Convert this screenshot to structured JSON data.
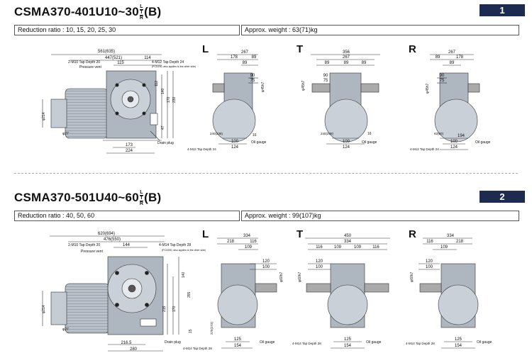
{
  "section1": {
    "model_main": "CSMA370-401U10~30",
    "model_sub": [
      "L",
      "T",
      "R"
    ],
    "model_suffix": "(B)",
    "badge": "1",
    "reduction": "Reduction ratio : 10, 15, 20, 25, 30",
    "weight": "Approx. weight : 63(71)kg",
    "views": [
      "L",
      "T",
      "R"
    ],
    "front": {
      "overall": "561(635)",
      "motor_len": "447(521)",
      "d114": "114",
      "d115": "115",
      "tap_top": "2-M10 Tap Depth 20",
      "vent": "Pressure vent",
      "tap_side": "4-M12 Tap Depth 24",
      "tap_side_note": "(PCD230, also applies to the other side)",
      "v112": "112",
      "v170": "170",
      "v140": "140",
      "v230": "230",
      "v47": "47",
      "phi214": "φ214",
      "phi27": "φ27",
      "b173": "173",
      "b224": "224",
      "drain": "Drain plug"
    },
    "L": {
      "w": "267",
      "a": "178",
      "b": "89",
      "c": "89",
      "d90": "90",
      "d75": "75",
      "shaft": "φ45h7",
      "h": "240(238)",
      "v16": "16",
      "b100": "100",
      "b124": "124",
      "tap": "4-M12 Tap Depth 24",
      "oil": "Oil gauge"
    },
    "T": {
      "w": "356",
      "a": "267",
      "b1": "89",
      "b2": "89",
      "b3": "89",
      "d90": "90",
      "d75": "75",
      "shaft": "φ45h7",
      "h": "240(238)",
      "v16": "16",
      "b100": "100",
      "b124": "124",
      "oil": "Oil gauge"
    },
    "R": {
      "w": "267",
      "a": "89",
      "b": "178",
      "c": "89",
      "d90": "90",
      "d75": "75",
      "shaft": "φ45h7",
      "h": "82(80)",
      "b194": "194",
      "b100": "100",
      "b124": "124",
      "tap": "4-M12 Tap Depth 24",
      "oil": "Oil gauge"
    }
  },
  "section2": {
    "model_main": "CSMA370-501U40~60",
    "model_sub": [
      "L",
      "T",
      "R"
    ],
    "model_suffix": "(B)",
    "badge": "2",
    "reduction": "Reduction ratio : 40, 50, 60",
    "weight": "Approx. weight : 99(107)kg",
    "views": [
      "L",
      "T",
      "R"
    ],
    "front": {
      "overall": "620(694)",
      "motor_len": "476(550)",
      "d144": "144",
      "tap_top": "2-M10 Tap Depth 20",
      "vent": "Pressure vent",
      "tap_side": "4-M14 Tap Depth 28",
      "tap_side_note": "(PCD250, also applies to the other side)",
      "v140": "140",
      "v215": "215",
      "v170": "170",
      "v355": "355",
      "v15": "15",
      "phi214": "φ214",
      "phi27": "φ27",
      "b2165": "216.5",
      "b280": "280",
      "drain": "Drain plug",
      "tap_bottom": "4-M14 Tap Depth 28"
    },
    "L": {
      "w": "334",
      "a": "218",
      "b": "116",
      "c": "109",
      "d120": "120",
      "d100": "100",
      "shaft": "φ60h7",
      "h": "275(273)",
      "b125": "125",
      "b154": "154",
      "oil": "Oil gauge"
    },
    "T": {
      "w": "450",
      "a": "334",
      "b1": "116",
      "b2": "109",
      "b3": "109",
      "b4": "116",
      "d120": "120",
      "d100": "100",
      "shaft": "φ60h7",
      "b125": "125",
      "b154": "154",
      "tap": "4-M14 Tap Depth 28",
      "oil": "Oil gauge"
    },
    "R": {
      "w": "334",
      "a": "116",
      "b": "218",
      "c": "109",
      "d120": "120",
      "d100": "100",
      "shaft": "φ60h7",
      "b125": "125",
      "b154": "154",
      "tap": "4-M14 Tap Depth 28",
      "oil": "Oil gauge"
    }
  }
}
